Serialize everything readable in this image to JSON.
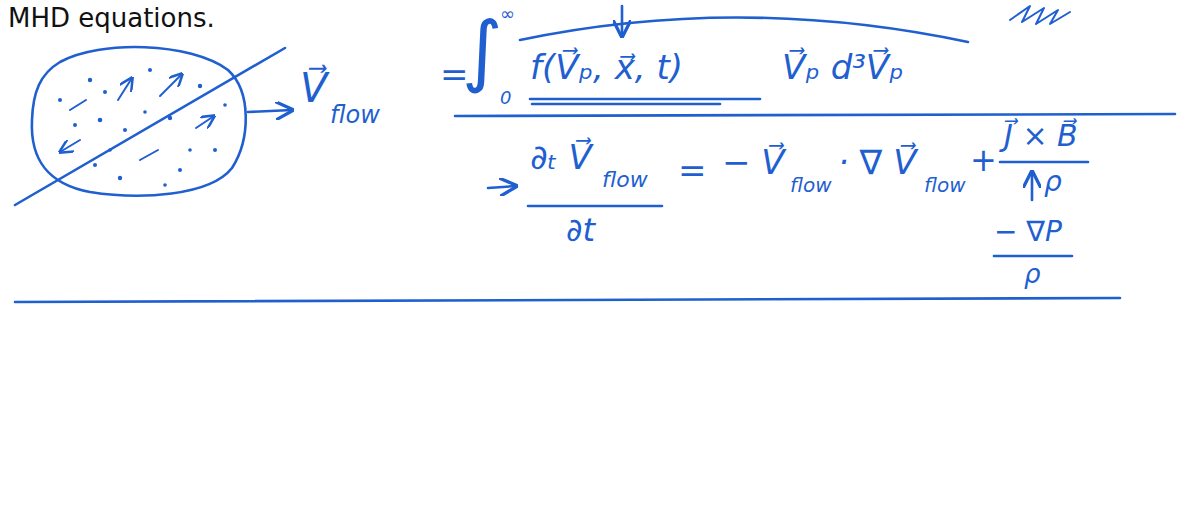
{
  "diagram": {
    "labels": [
      "MHD equations.",
      "V⃗",
      "flow",
      "=",
      "∫",
      "∞",
      "0",
      "f(V⃗ₚ, x⃗, t)",
      "V⃗ₚ d³V⃗ₚ",
      "∂ₜ V⃗",
      "flow",
      "∂t",
      "=",
      "− V⃗",
      "flow",
      "· ∇ V⃗",
      "flow",
      "+",
      "J⃗ × B⃗",
      "ρ",
      "− ∇P",
      "ρ"
    ]
  }
}
